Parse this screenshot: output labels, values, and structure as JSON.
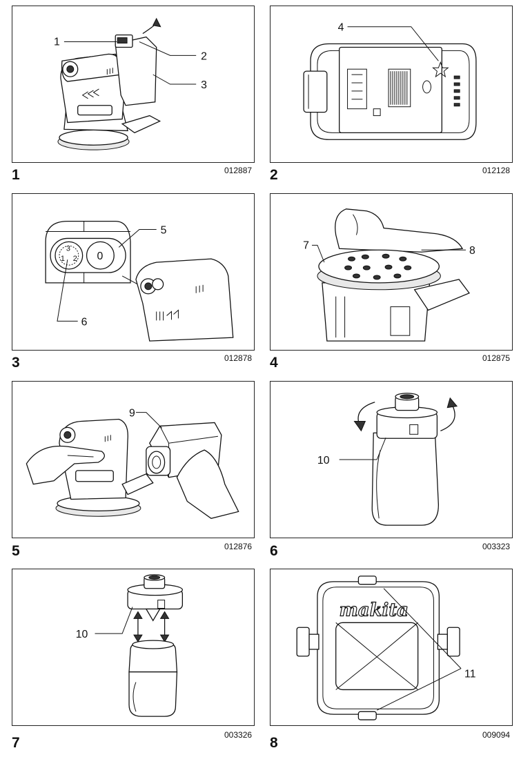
{
  "figures": [
    {
      "number": "1",
      "code": "012887",
      "callouts": [
        "1",
        "2",
        "3"
      ]
    },
    {
      "number": "2",
      "code": "012128",
      "callouts": [
        "4"
      ]
    },
    {
      "number": "3",
      "code": "012878",
      "callouts": [
        "5",
        "6"
      ],
      "dial_labels": [
        "3",
        "1",
        "2"
      ],
      "button_label": "0"
    },
    {
      "number": "4",
      "code": "012875",
      "callouts": [
        "7",
        "8"
      ]
    },
    {
      "number": "5",
      "code": "012876",
      "callouts": [
        "9"
      ]
    },
    {
      "number": "6",
      "code": "003323",
      "callouts": [
        "10"
      ]
    },
    {
      "number": "7",
      "code": "003326",
      "callouts": [
        "10"
      ]
    },
    {
      "number": "8",
      "code": "009094",
      "callouts": [
        "11"
      ],
      "logo_text": "makita"
    }
  ]
}
